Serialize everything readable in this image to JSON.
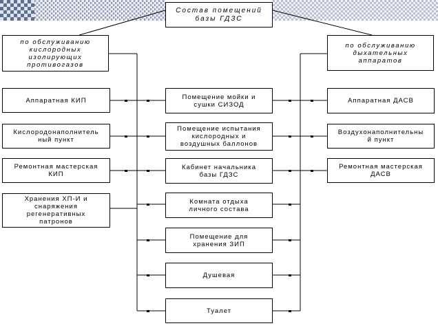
{
  "title": "Состав помещений\nбазы ГДЗС",
  "left_header": "по обслуживанию\nкислородных\nизолирующих\nпротивогазов",
  "right_header": "по обслуживанию\nдыхательных\nаппаратов",
  "left_boxes": [
    "Аппаратная КИП",
    "Кислородонаполнитель\nный пункт",
    "Ремонтная мастерская\nКИП",
    "Хранения ХП-И и\nснаряжения\nрегенеративных\nпатронов"
  ],
  "center_boxes": [
    "Помещение мойки и\nсушки СИЗОД",
    "Помещение испытания\nкислородных и\nвоздушных баллонов",
    "Кабинет начальника\nбазы ГДЗС",
    "Комната отдыха\nличного состава",
    "Помещение для\nхранения ЗИП",
    "Душевая",
    "Туалет"
  ],
  "right_boxes": [
    "Аппаратная ДАСВ",
    "Воздухонаполнительны\nй пункт",
    "Ремонтная мастерская\nДАСВ"
  ],
  "colors": {
    "checker_dark": "#5e6f96",
    "checker_light": "#dfe3ec",
    "line": "#000000"
  }
}
